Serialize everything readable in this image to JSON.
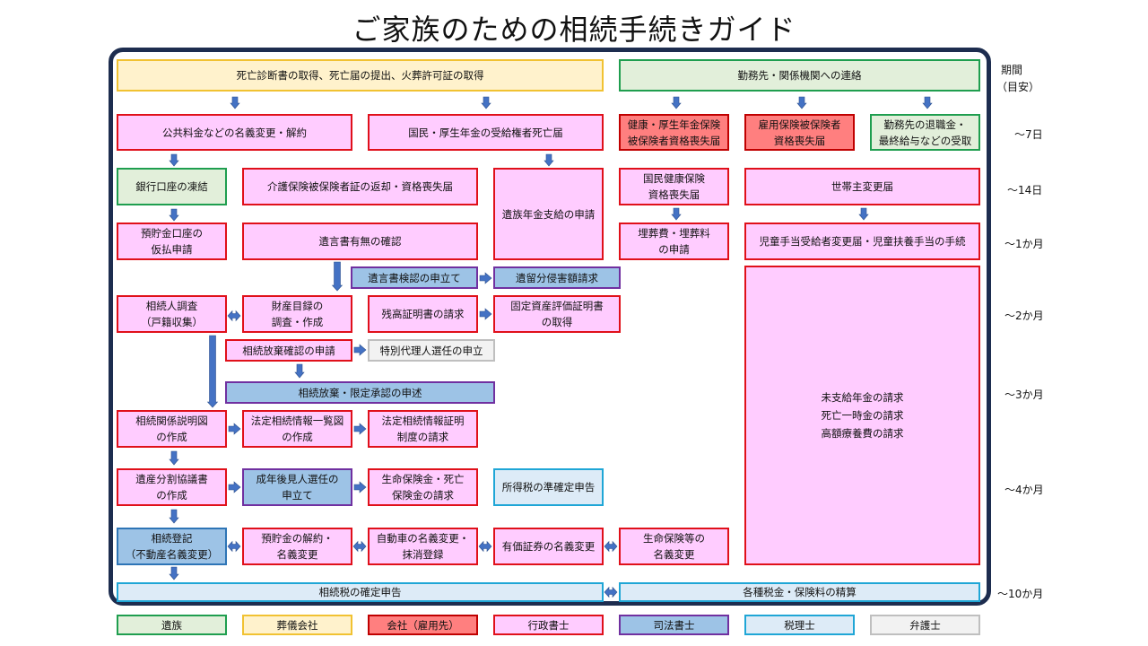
{
  "title": "ご家族のための相続手続きガイド",
  "period_header": [
    "期間",
    "（目安）"
  ],
  "periods": [
    "〜7日",
    "〜14日",
    "〜1か月",
    "〜2か月",
    "〜3か月",
    "〜4か月",
    "〜10か月"
  ],
  "boxes": {
    "death_docs": "死亡診断書の取得、死亡届の提出、火葬許可証の取得",
    "contact_work": "勤務先・関係機関への連絡",
    "utilities": "公共料金などの名義変更・解約",
    "pension_death": "国民・厚生年金の受給権者死亡届",
    "health_pension_loss": "健康・厚生年金保険\n被保険者資格喪失届",
    "employment_ins_loss": "雇用保険被保険者\n資格喪失届",
    "retirement_pay": "勤務先の退職金・\n最終給与などの受取",
    "bank_freeze": "銀行口座の凍結",
    "care_ins_return": "介護保険被保険者証の返却・資格喪失届",
    "survivor_pension": "遺族年金支給の申請",
    "nhi_loss": "国民健康保険\n資格喪失届",
    "householder_change": "世帯主変更届",
    "deposit_provisional": "預貯金口座の\n仮払申請",
    "will_check": "遺言書有無の確認",
    "funeral_cost": "埋葬費・埋葬料\nの申請",
    "child_allowance": "児童手当受給者変更届・児童扶養手当の手続",
    "will_probate": "遺言書検認の申立て",
    "forced_share": "遺留分侵害額請求",
    "heir_survey": "相続人調査\n（戸籍収集）",
    "asset_list": "財産目録の\n調査・作成",
    "balance_cert": "残高証明書の請求",
    "fixed_asset_cert": "固定資産評価証明書\nの取得",
    "unpaid_pension": "未支給年金の請求\n死亡一時金の請求\n高額療養費の請求",
    "renounce_check": "相続放棄確認の申請",
    "special_agent": "特別代理人選任の申立",
    "renounce_declare": "相続放棄・限定承認の申述",
    "relation_chart": "相続関係説明図\nの作成",
    "legal_heir_list": "法定相続情報一覧図\nの作成",
    "legal_heir_cert": "法定相続情報証明\n制度の請求",
    "division_agreement": "遺産分割協議書\nの作成",
    "guardian": "成年後見人選任の\n申立て",
    "life_ins_claim": "生命保険金・死亡\n保険金の請求",
    "quasi_income_tax": "所得税の準確定申告",
    "inheritance_reg": "相続登記\n（不動産名義変更）",
    "deposit_cancel": "預貯金の解約・\n名義変更",
    "car_transfer": "自動車の名義変更・\n抹消登録",
    "securities_transfer": "有価証券の名義変更",
    "life_ins_transfer": "生命保険等の\n名義変更",
    "inheritance_tax": "相続税の確定申告",
    "tax_settlement": "各種税金・保険料の精算"
  },
  "legend": [
    {
      "label": "遺族",
      "color": "#e2efda",
      "border": "#1f9e4f"
    },
    {
      "label": "葬儀会社",
      "color": "#fff2cc",
      "border": "#f1c232"
    },
    {
      "label": "会社（雇用先）",
      "color": "#ff7f7f",
      "border": "#c00000"
    },
    {
      "label": "行政書士",
      "color": "#ffccff",
      "border": "#e0101a"
    },
    {
      "label": "司法書士",
      "color": "#9dc3e6",
      "border": "#7030a0"
    },
    {
      "label": "税理士",
      "color": "#ddebf7",
      "border": "#1fa6d6"
    },
    {
      "label": "弁護士",
      "color": "#f2f2f2",
      "border": "#bfbfbf"
    }
  ],
  "colors": {
    "frame": "#1d2d4f",
    "arrow": "#4472c4"
  }
}
